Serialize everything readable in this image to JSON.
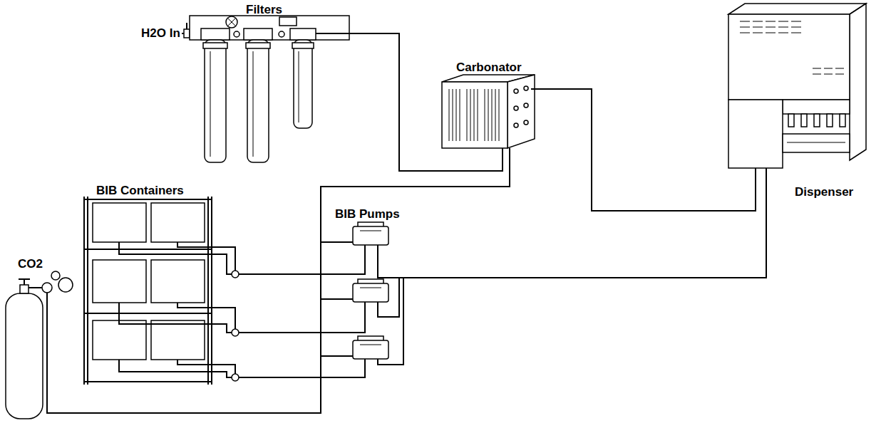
{
  "diagram": {
    "nodes": [
      {
        "text": [
          "Filters"
        ]
      },
      {
        "text": [
          "Carbonator"
        ]
      },
      {
        "text": [
          "Dispenser"
        ]
      },
      {
        "text": [
          "BIB Containers"
        ]
      },
      {
        "text": [
          "BIB Pumps"
        ]
      },
      {
        "text": [
          "CO2"
        ]
      }
    ],
    "edges": [
      {
        "from": 0,
        "to": 1,
        "arrow": "none"
      },
      {
        "from": 1,
        "to": 2,
        "arrow": "none"
      },
      {
        "from": 3,
        "to": 4,
        "arrow": "none"
      },
      {
        "from": 4,
        "to": 2,
        "arrow": "none"
      },
      {
        "from": 5,
        "to": 4,
        "arrow": "none"
      },
      {
        "from": 5,
        "to": 1,
        "arrow": "none"
      }
    ],
    "labels": [
      "H2O In"
    ]
  }
}
